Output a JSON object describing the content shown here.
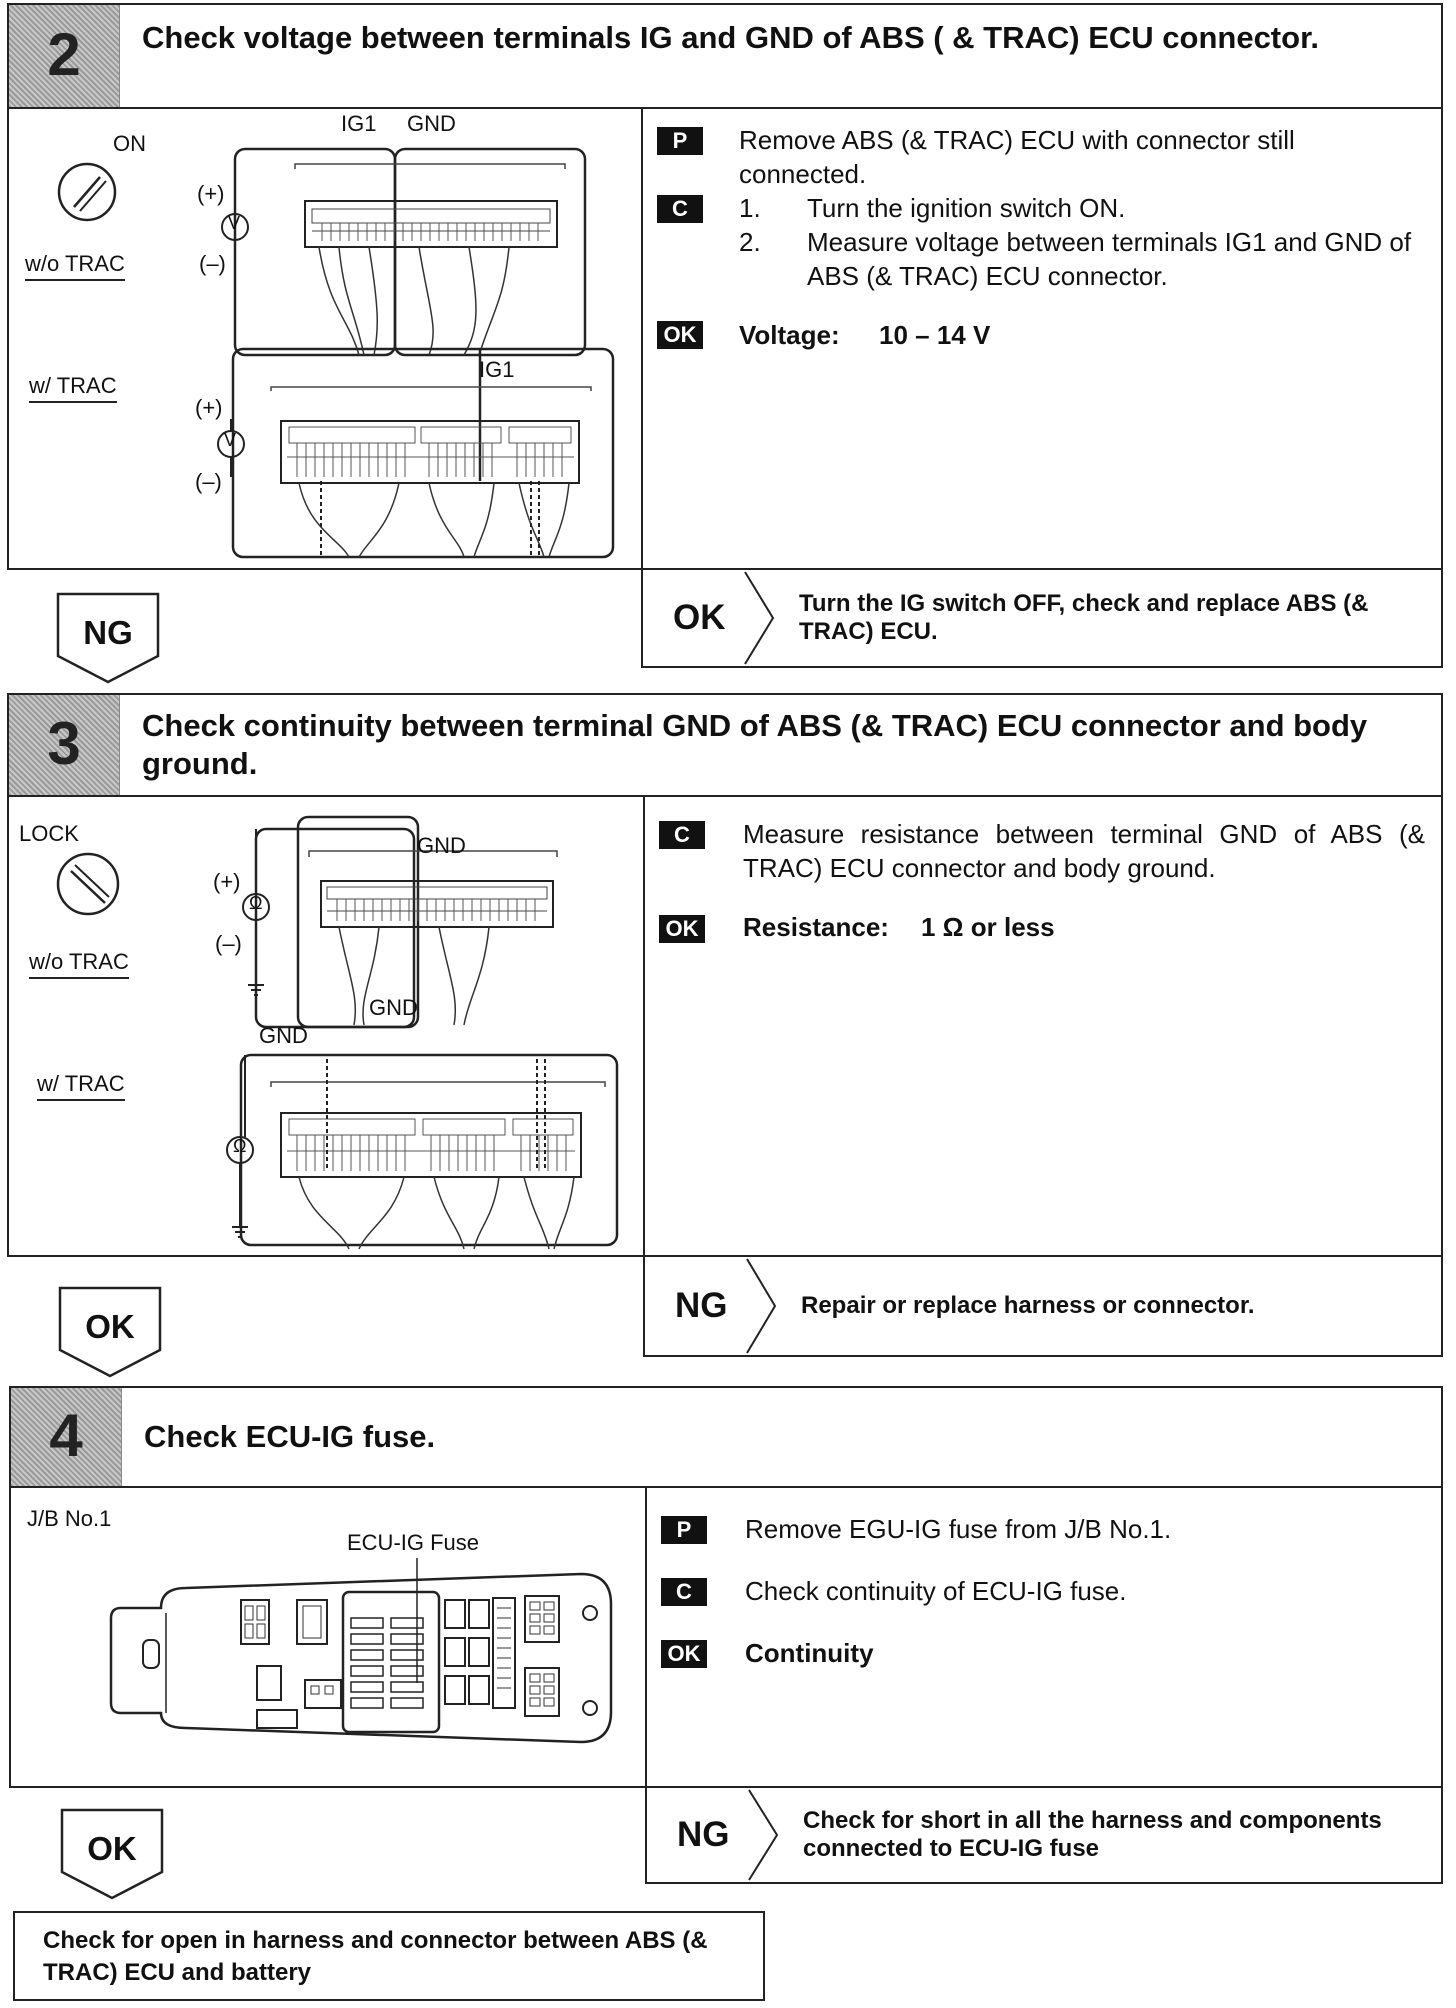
{
  "step2": {
    "number": "2",
    "title": "Check voltage between terminals IG and GND of ABS ( & TRAC) ECU connector.",
    "diagram": {
      "switch_label": "ON",
      "ig1_label": "IG1",
      "gnd_label": "GND",
      "plus_label": "(+)",
      "minus_label": "(–)",
      "meter_symbol": "V",
      "wo_trac_label": "w/o TRAC",
      "w_trac_label": "w/ TRAC",
      "ig1_label_2": "IG1"
    },
    "instructions": [
      {
        "tag": "P",
        "text": "Remove ABS (& TRAC) ECU with connector still connected."
      },
      {
        "tag": "C",
        "num": "1.",
        "text": "Turn the ignition switch ON."
      },
      {
        "tag": "",
        "num": "2.",
        "text": "Measure voltage between terminals IG1 and GND of ABS (& TRAC) ECU connector."
      }
    ],
    "ok_tag": "OK",
    "ok_label": "Voltage:",
    "ok_value": "10 – 14 V",
    "flow_label": "NG",
    "result_code": "OK",
    "result_text": "Turn the IG switch OFF, check and replace ABS (& TRAC) ECU."
  },
  "step3": {
    "number": "3",
    "title": "Check continuity between terminal GND of ABS (& TRAC) ECU connector and body ground.",
    "diagram": {
      "switch_label": "LOCK",
      "gnd_label": "GND",
      "gnd_label_bottom": "GND",
      "gnd_label_trac": "GND",
      "plus_label": "(+)",
      "minus_label": "(–)",
      "meter_symbol": "Ω",
      "wo_trac_label": "w/o TRAC",
      "w_trac_label": "w/ TRAC"
    },
    "c_tag": "C",
    "c_text": "Measure resistance between terminal GND of ABS (& TRAC) ECU connector and body ground.",
    "ok_tag": "OK",
    "ok_label": "Resistance:",
    "ok_value": "1 Ω or less",
    "flow_label": "OK",
    "result_code": "NG",
    "result_text": "Repair or replace harness or connector."
  },
  "step4": {
    "number": "4",
    "title": "Check ECU-IG fuse.",
    "diagram": {
      "jb_label": "J/B No.1",
      "fuse_label": "ECU-IG Fuse"
    },
    "p_tag": "P",
    "p_text": "Remove EGU-IG fuse from J/B No.1.",
    "c_tag": "C",
    "c_text": "Check continuity of ECU-IG fuse.",
    "ok_tag": "OK",
    "ok_text": "Continuity",
    "flow_label": "OK",
    "result_code": "NG",
    "result_text": "Check for short in all the harness and components connected to ECU-IG fuse"
  },
  "final_box": "Check for open in harness and connector between ABS (& TRAC) ECU and battery"
}
